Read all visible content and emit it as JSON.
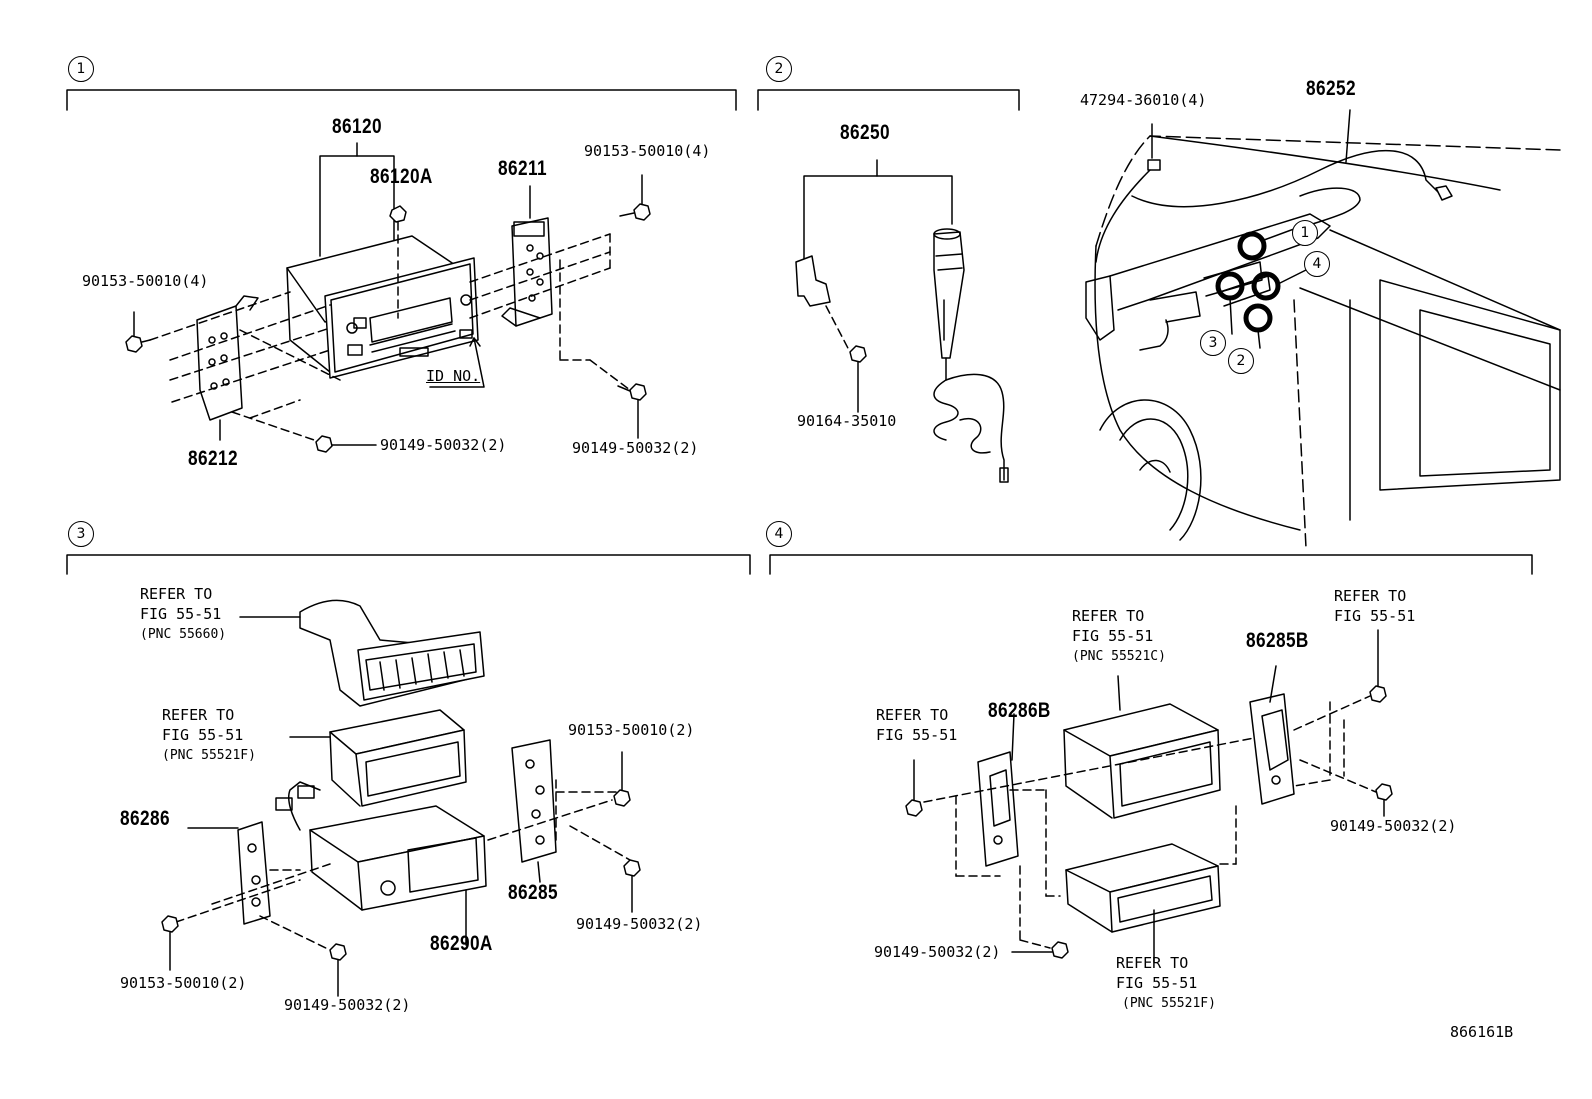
{
  "sections": {
    "s1": "1",
    "s2": "2",
    "s3": "3",
    "s4": "4"
  },
  "callouts": {
    "c1": "1",
    "c2": "2",
    "c3": "3",
    "c4": "4"
  },
  "section1": {
    "p86120": "86120",
    "p86120A": "86120A",
    "p86211": "86211",
    "p86212": "86212",
    "bolt_a": "90153-50010(4)",
    "bolt_b": "90153-50010(4)",
    "screw_a": "90149-50032(2)",
    "screw_b": "90149-50032(2)",
    "id_no": "ID NO."
  },
  "section2": {
    "p86250": "86250",
    "screw": "90164-35010",
    "clip": "47294-36010(4)",
    "p86252": "86252"
  },
  "section3": {
    "ref1_l1": "REFER TO",
    "ref1_l2": "FIG 55-51",
    "ref1_l3": "(PNC 55660)",
    "ref2_l1": "REFER TO",
    "ref2_l2": "FIG 55-51",
    "ref2_l3": "(PNC 55521F)",
    "p86286": "86286",
    "p86285": "86285",
    "p86290A": "86290A",
    "bolt_a": "90153-50010(2)",
    "bolt_b": "90153-50010(2)",
    "screw_a": "90149-50032(2)",
    "screw_b": "90149-50032(2)"
  },
  "section4": {
    "ref1_l1": "REFER TO",
    "ref1_l2": "FIG 55-51",
    "ref1_l3": "(PNC 55521C)",
    "ref2_l1": "REFER TO",
    "ref2_l2": "FIG 55-51",
    "ref3_l1": "REFER TO",
    "ref3_l2": "FIG 55-51",
    "ref4_l1": "REFER TO",
    "ref4_l2": "FIG 55-51",
    "ref4_l3": "(PNC 55521F)",
    "p86285B": "86285B",
    "p86286B": "86286B",
    "screw_a": "90149-50032(2)",
    "screw_b": "90149-50032(2)"
  },
  "footer": {
    "code": "866161B"
  }
}
